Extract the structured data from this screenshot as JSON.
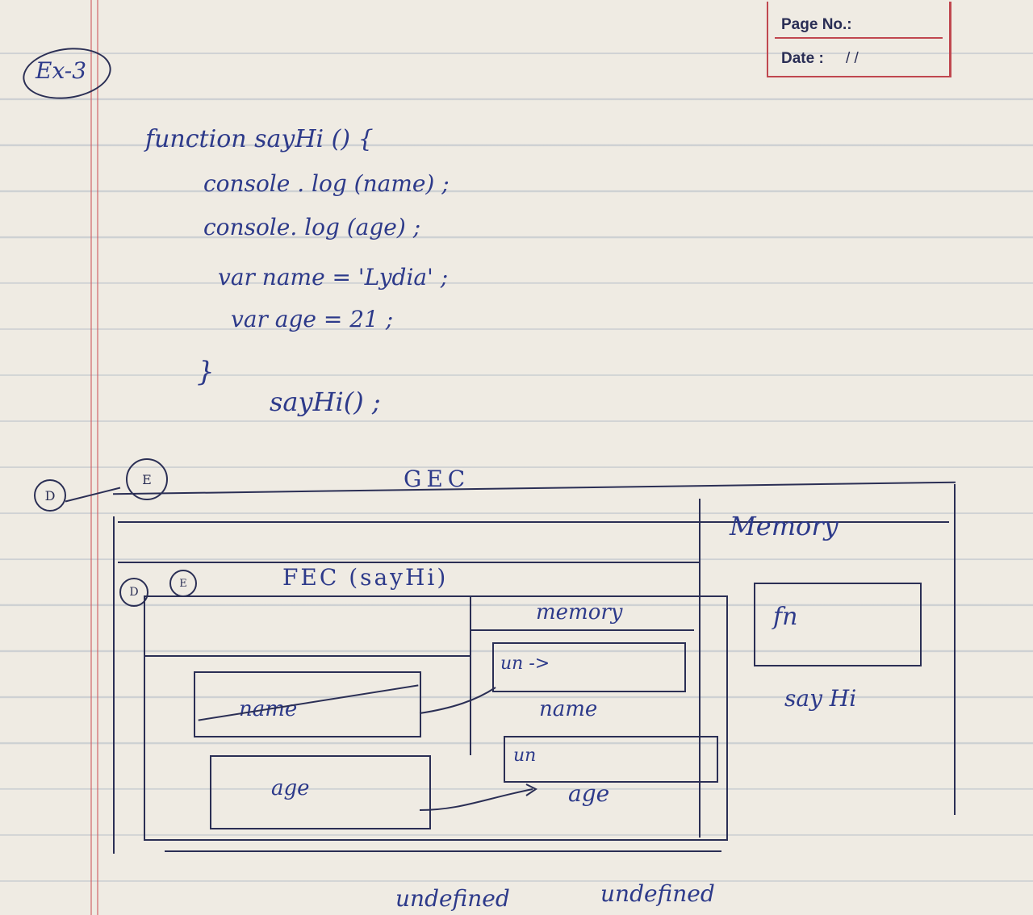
{
  "header": {
    "page_no_label": "Page No.:",
    "date_label": "Date :",
    "date_value": "/  /"
  },
  "title": "Ex-3",
  "code": {
    "line1": "function sayHi () {",
    "line2": "console . log (name) ;",
    "line3": "console. log (age) ;",
    "line4": "var name = 'Lydia' ;",
    "line5": "var age = 21 ;",
    "line6": "}",
    "line7": "sayHi() ;"
  },
  "diagram": {
    "phase_d": "D",
    "phase_e": "E",
    "gec_label": "GEC",
    "memory_label": "Memory",
    "fec_label": "FEC (sayHi)",
    "fec_memory_label": "memory",
    "name_box": "name",
    "age_box": "age",
    "um_name": "un ->",
    "name_var": "name",
    "um_age": "un",
    "age_var": "age",
    "fn_box": "fn",
    "sayhi_var": "say Hi",
    "output1": "undefined",
    "output2": "undefined"
  },
  "colors": {
    "ink": "#2d3a8a",
    "pen": "#2b2f55",
    "margin": "#c0474f",
    "paper": "#efebe3"
  }
}
